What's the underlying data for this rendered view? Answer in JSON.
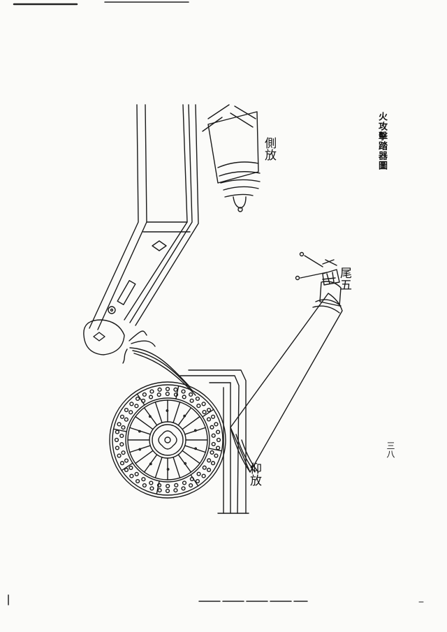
{
  "page": {
    "title_vertical": "火攻擊踏器圖",
    "page_number": "三八"
  },
  "labels": {
    "top_label": "側放",
    "right_label": "尾五",
    "bottom_label": "仰放"
  },
  "colors": {
    "ink": "#1a1a1a",
    "paper": "#fbfbf9"
  }
}
